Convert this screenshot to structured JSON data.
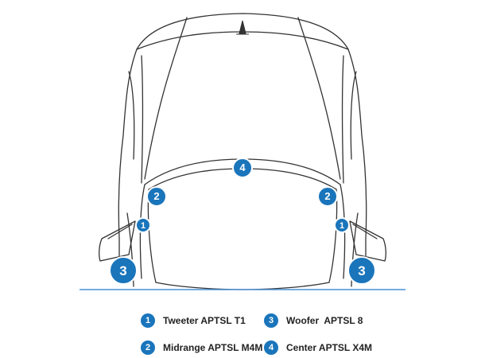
{
  "markers": [
    {
      "number": "4"
    },
    {
      "number": "2"
    },
    {
      "number": "2"
    },
    {
      "number": "1"
    },
    {
      "number": "1"
    },
    {
      "number": "3"
    },
    {
      "number": "3"
    }
  ],
  "legend": [
    {
      "number": "1",
      "label": "Tweeter APTSL T1"
    },
    {
      "number": "3",
      "label": "Woofer  APTSL 8"
    },
    {
      "number": "2",
      "label": "Midrange APTSL M4M"
    },
    {
      "number": "4",
      "label": "Center APTSL X4M"
    }
  ],
  "colors": {
    "accent": "#1a75bb",
    "outline": "#333333",
    "ground_line": "#4a90d9"
  },
  "icons": {
    "car": "car-outline-icon",
    "hood_ornament": "hood-ornament-icon"
  }
}
